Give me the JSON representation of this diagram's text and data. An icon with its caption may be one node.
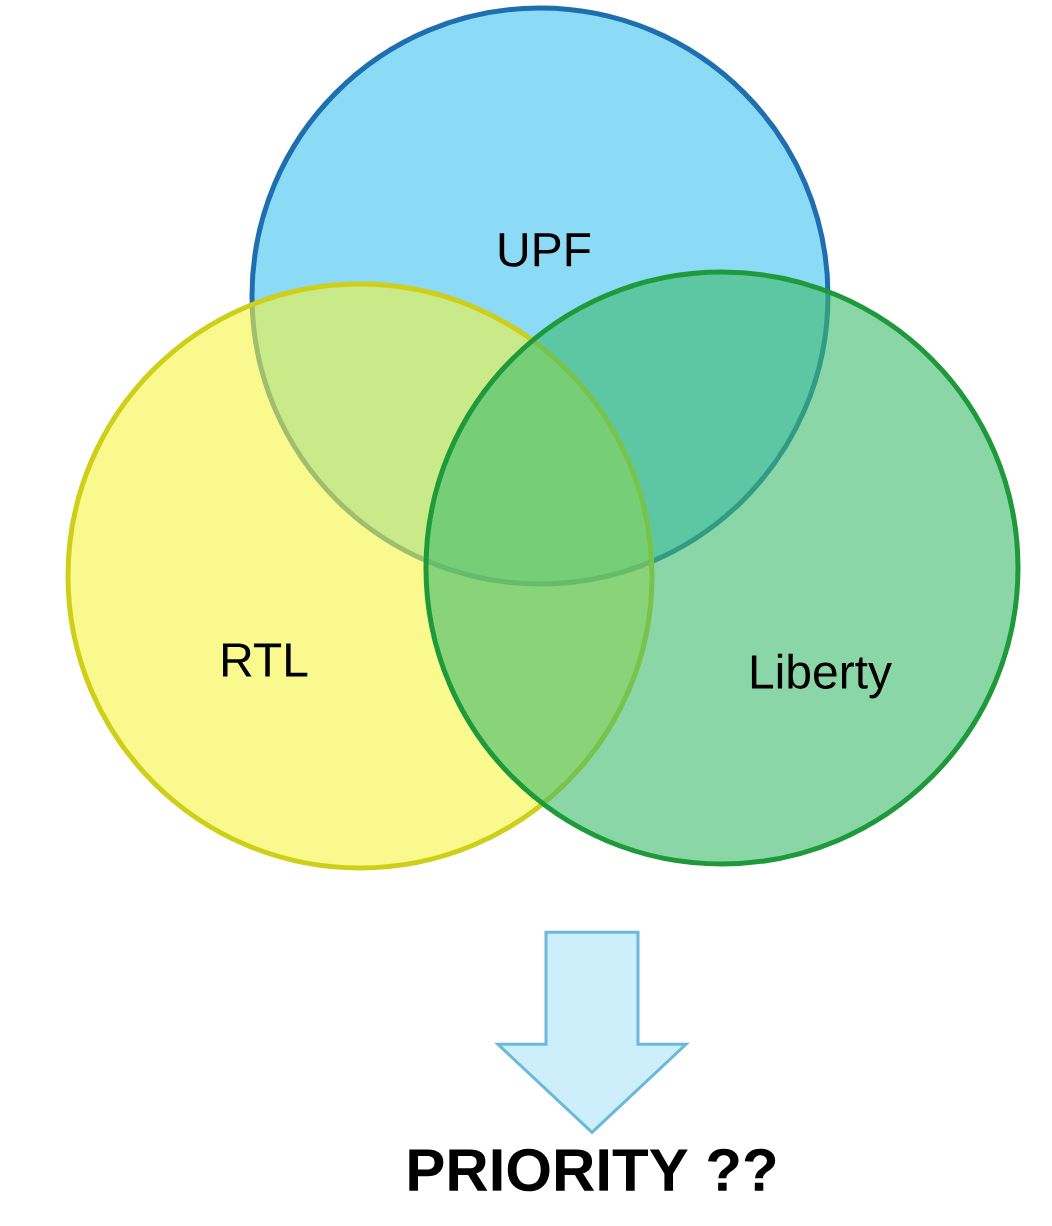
{
  "diagram": {
    "nodes": [
      {
        "text": [
          "UPF"
        ]
      },
      {
        "text": [
          "RTL"
        ]
      },
      {
        "text": [
          "Liberty"
        ]
      },
      {
        "text": [
          "PRIORITY ??"
        ]
      }
    ],
    "edges": [
      {
        "from": null,
        "to": 3,
        "arrow": "to"
      }
    ]
  }
}
